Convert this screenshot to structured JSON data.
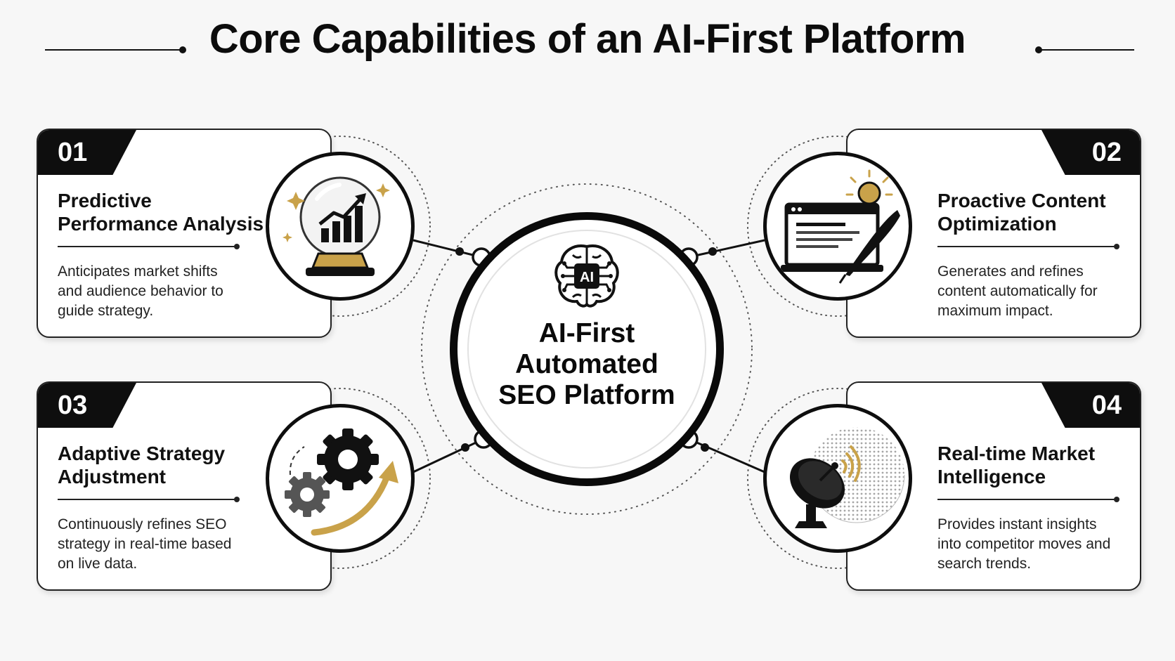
{
  "title": "Core Capabilities of an AI-First Platform",
  "hub": {
    "icon": "ai-brain-icon",
    "icon_label": "AI",
    "line1": "AI-First",
    "line2": "Automated",
    "line3": "SEO Platform"
  },
  "capabilities": [
    {
      "number": "01",
      "title": "Predictive Performance Analysis",
      "description": "Anticipates market shifts and audience behavior to guide strategy.",
      "icon": "crystal-ball-chart-icon"
    },
    {
      "number": "02",
      "title": "Proactive Content Optimization",
      "description": "Generates and refines content automatically for maximum impact.",
      "icon": "content-quill-lightbulb-icon"
    },
    {
      "number": "03",
      "title": "Adaptive Strategy Adjustment",
      "description": "Continuously refines SEO strategy in real-time based on live data.",
      "icon": "gears-arrow-icon"
    },
    {
      "number": "04",
      "title": "Real-time Market Intelligence",
      "description": "Provides instant insights into competitor moves and search trends.",
      "icon": "satellite-globe-icon"
    }
  ],
  "colors": {
    "primary": "#0e0e0e",
    "accent_gold": "#c9a24a",
    "background": "#f7f7f7",
    "card": "#ffffff"
  }
}
